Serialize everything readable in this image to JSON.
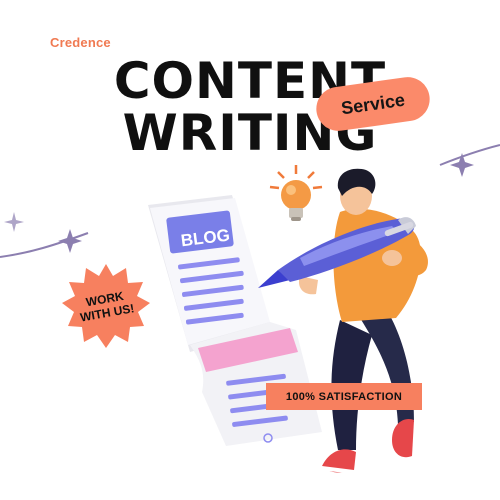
{
  "brand": "Credence",
  "headline": {
    "line1": "CONTENT",
    "line2": "WRITING"
  },
  "service_label": "Service",
  "badge": {
    "line1": "WORK",
    "line2": "WITH US!"
  },
  "blog_label": "BLOG",
  "satisfaction_label": "100% SATISFACTION",
  "colors": {
    "accent": "#f7805f",
    "headline": "#101010",
    "sparkle": "#8c7fb0",
    "doc_bar": "#8e8cf0"
  },
  "icons": [
    "sparkle-icon",
    "lightbulb-icon",
    "pen-icon",
    "blog-document-icon",
    "starburst-badge-icon"
  ]
}
